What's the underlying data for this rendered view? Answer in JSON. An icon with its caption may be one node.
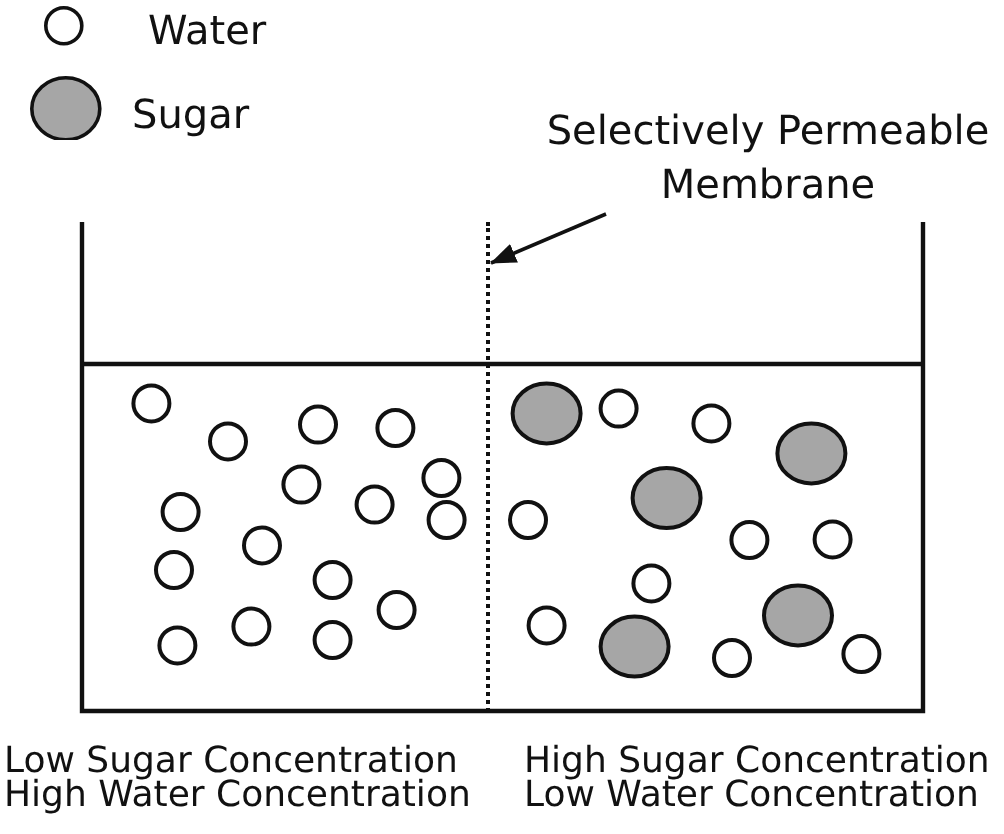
{
  "diagram": {
    "nodes": [
      {
        "text": [
          "Selectively Permeable Membrane"
        ]
      },
      {
        "text": [],
        "shape": "line"
      }
    ],
    "edges": [
      {
        "from": 0,
        "to": 1,
        "arrow": "to"
      }
    ],
    "labels": [
      "Low Sugar Concentration High Water Concentration",
      "High Sugar Concentration Low Water Concentration"
    ],
    "legend": [
      {
        "text": "Water"
      },
      {
        "text": "Sugar",
        "color": "#a6a6a6"
      }
    ]
  }
}
